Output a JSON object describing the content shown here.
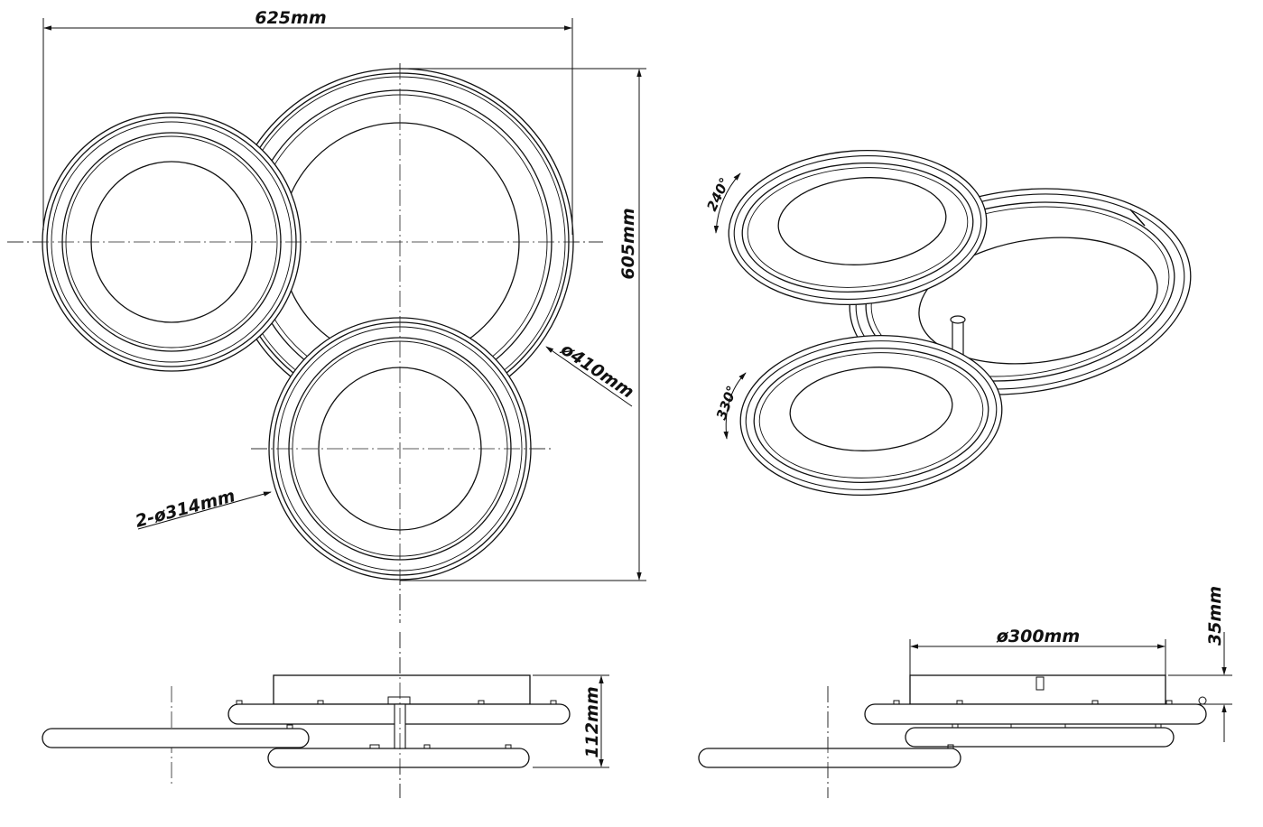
{
  "dimensions": {
    "overall_width": "625mm",
    "overall_height": "605mm",
    "large_ring_diameter": "ø410mm",
    "small_rings_diameter": "2-ø314mm",
    "side_height": "112mm",
    "base_diameter": "ø300mm",
    "base_height": "35mm"
  },
  "rotation_angles": {
    "upper_ring": "240°",
    "lower_ring": "330°"
  },
  "colors": {
    "line": "#111111",
    "background": "#ffffff"
  }
}
